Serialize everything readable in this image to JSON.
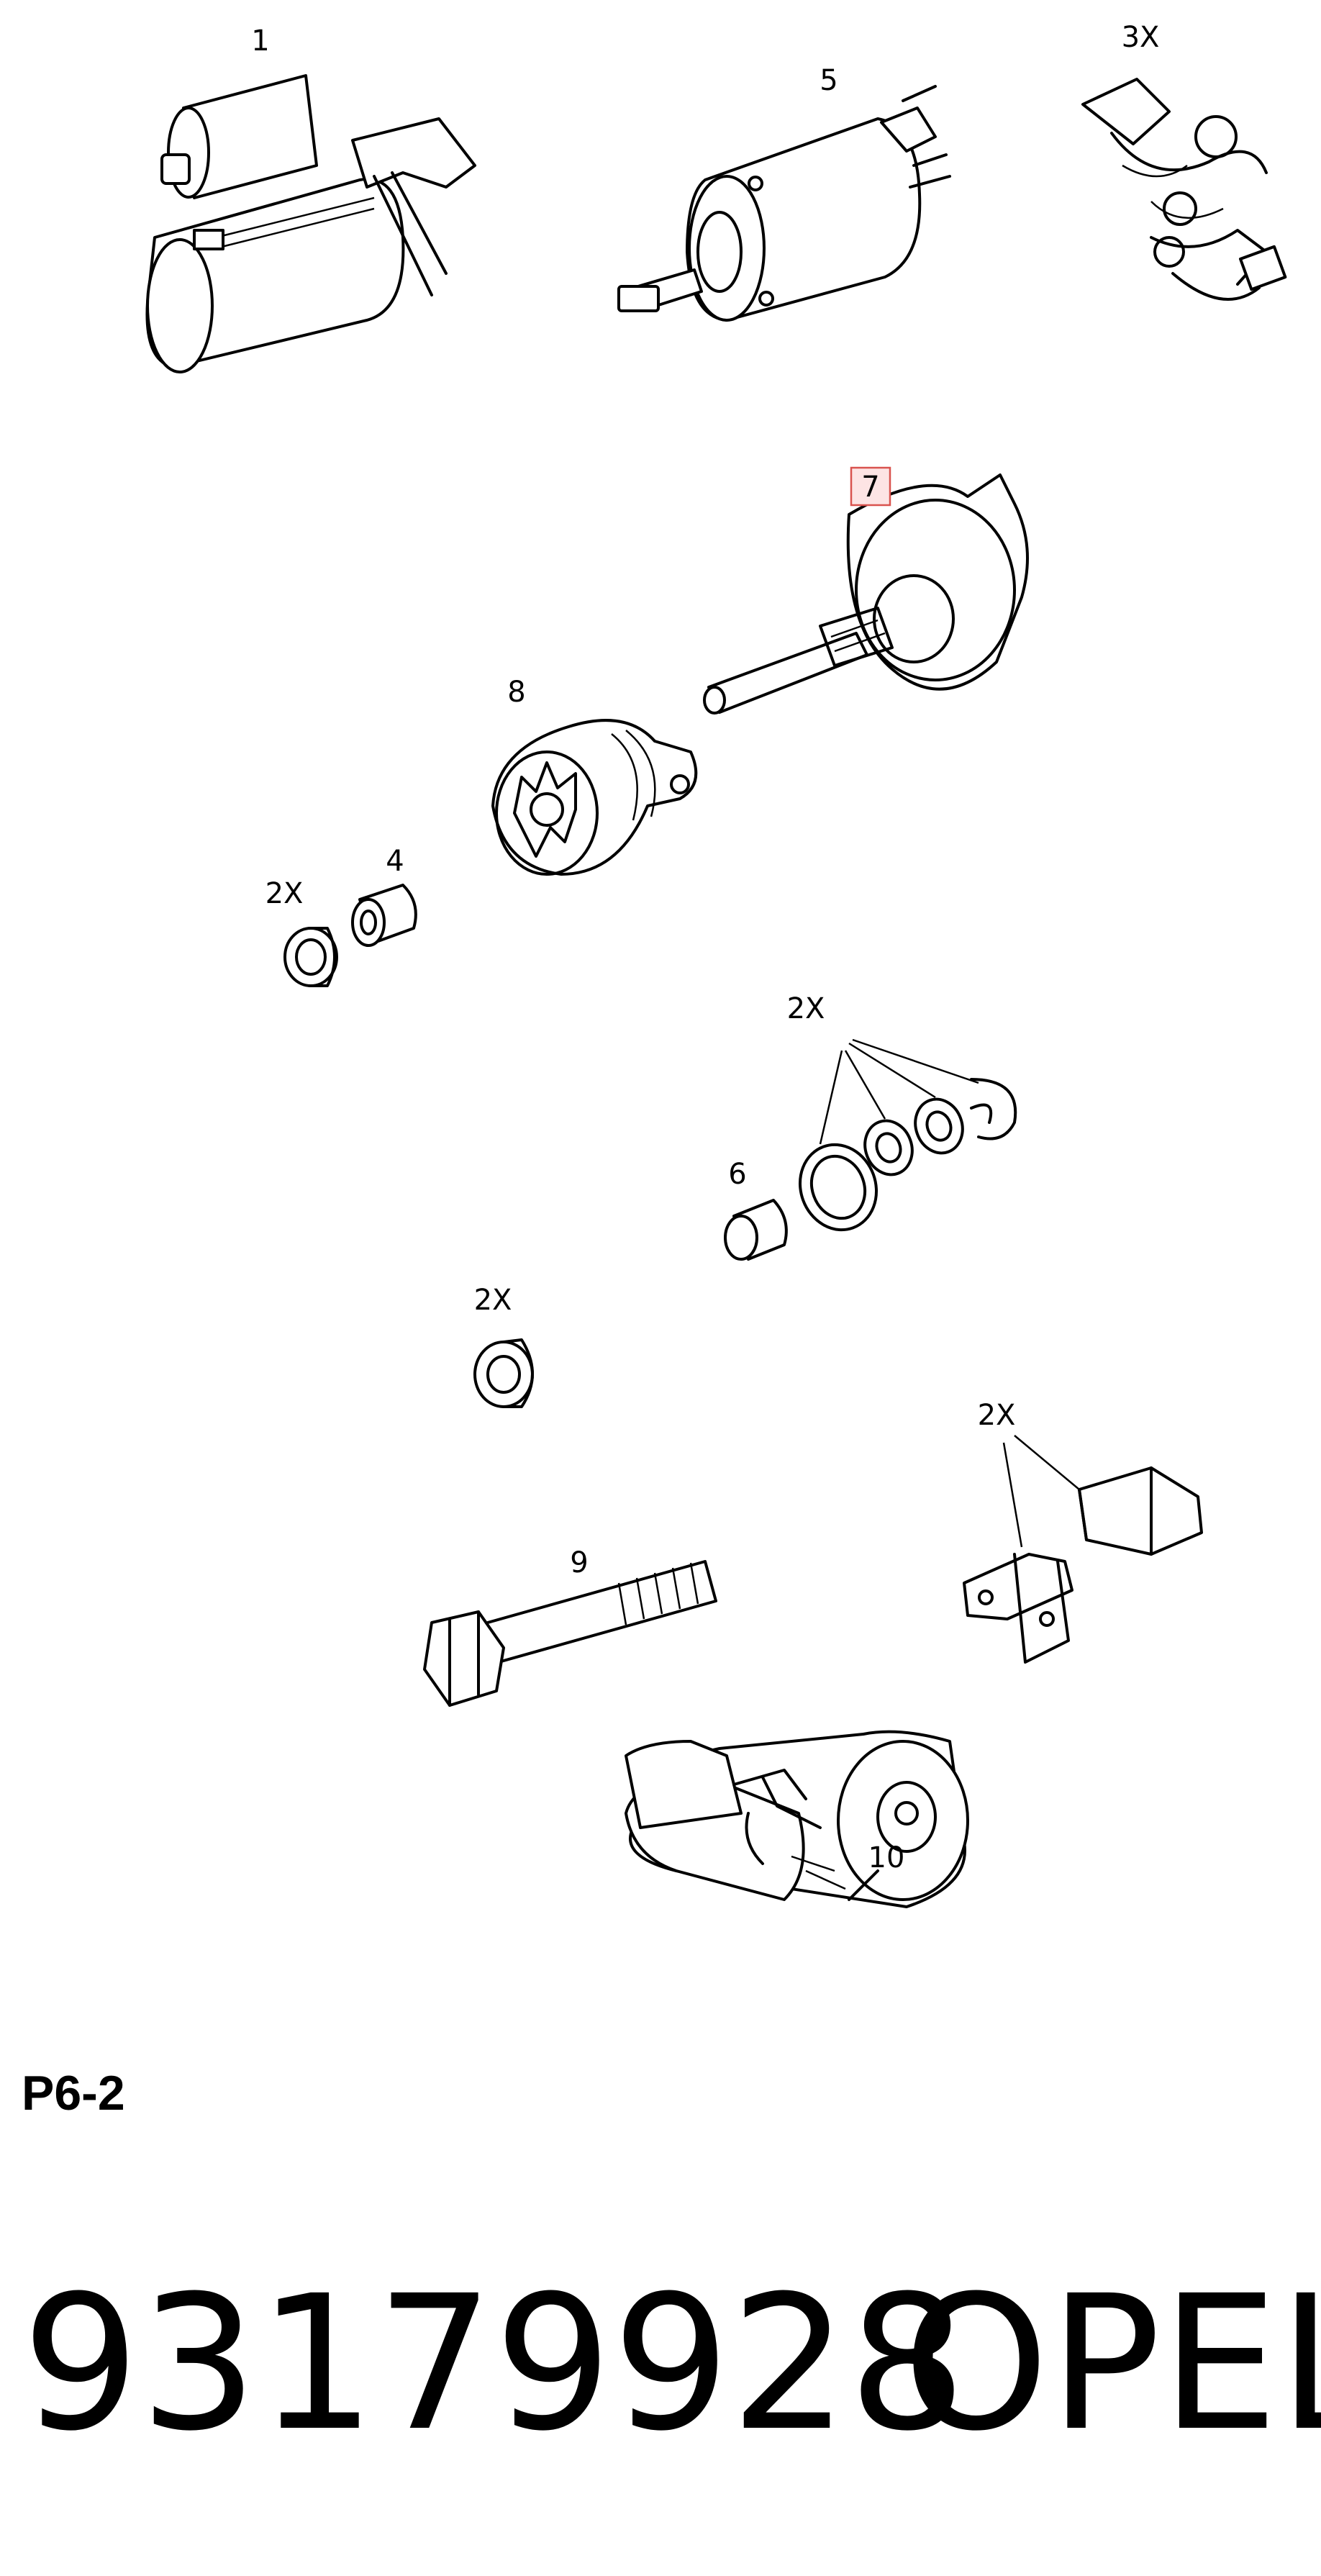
{
  "callouts": {
    "c1": "1",
    "c5": "5",
    "c3x": "3X",
    "c7": "7",
    "c8": "8",
    "c4": "4",
    "c2x_a": "2X",
    "c2x_b": "2X",
    "c6": "6",
    "c2x_c": "2X",
    "c2x_d": "2X",
    "c9": "9",
    "c10": "10"
  },
  "page_code": "P6-2",
  "footer": {
    "part_number": "93179928",
    "brand": "OPEL"
  },
  "colors": {
    "highlight_fill": "#fde4e4",
    "highlight_border": "#d9534f",
    "line": "#000000"
  }
}
